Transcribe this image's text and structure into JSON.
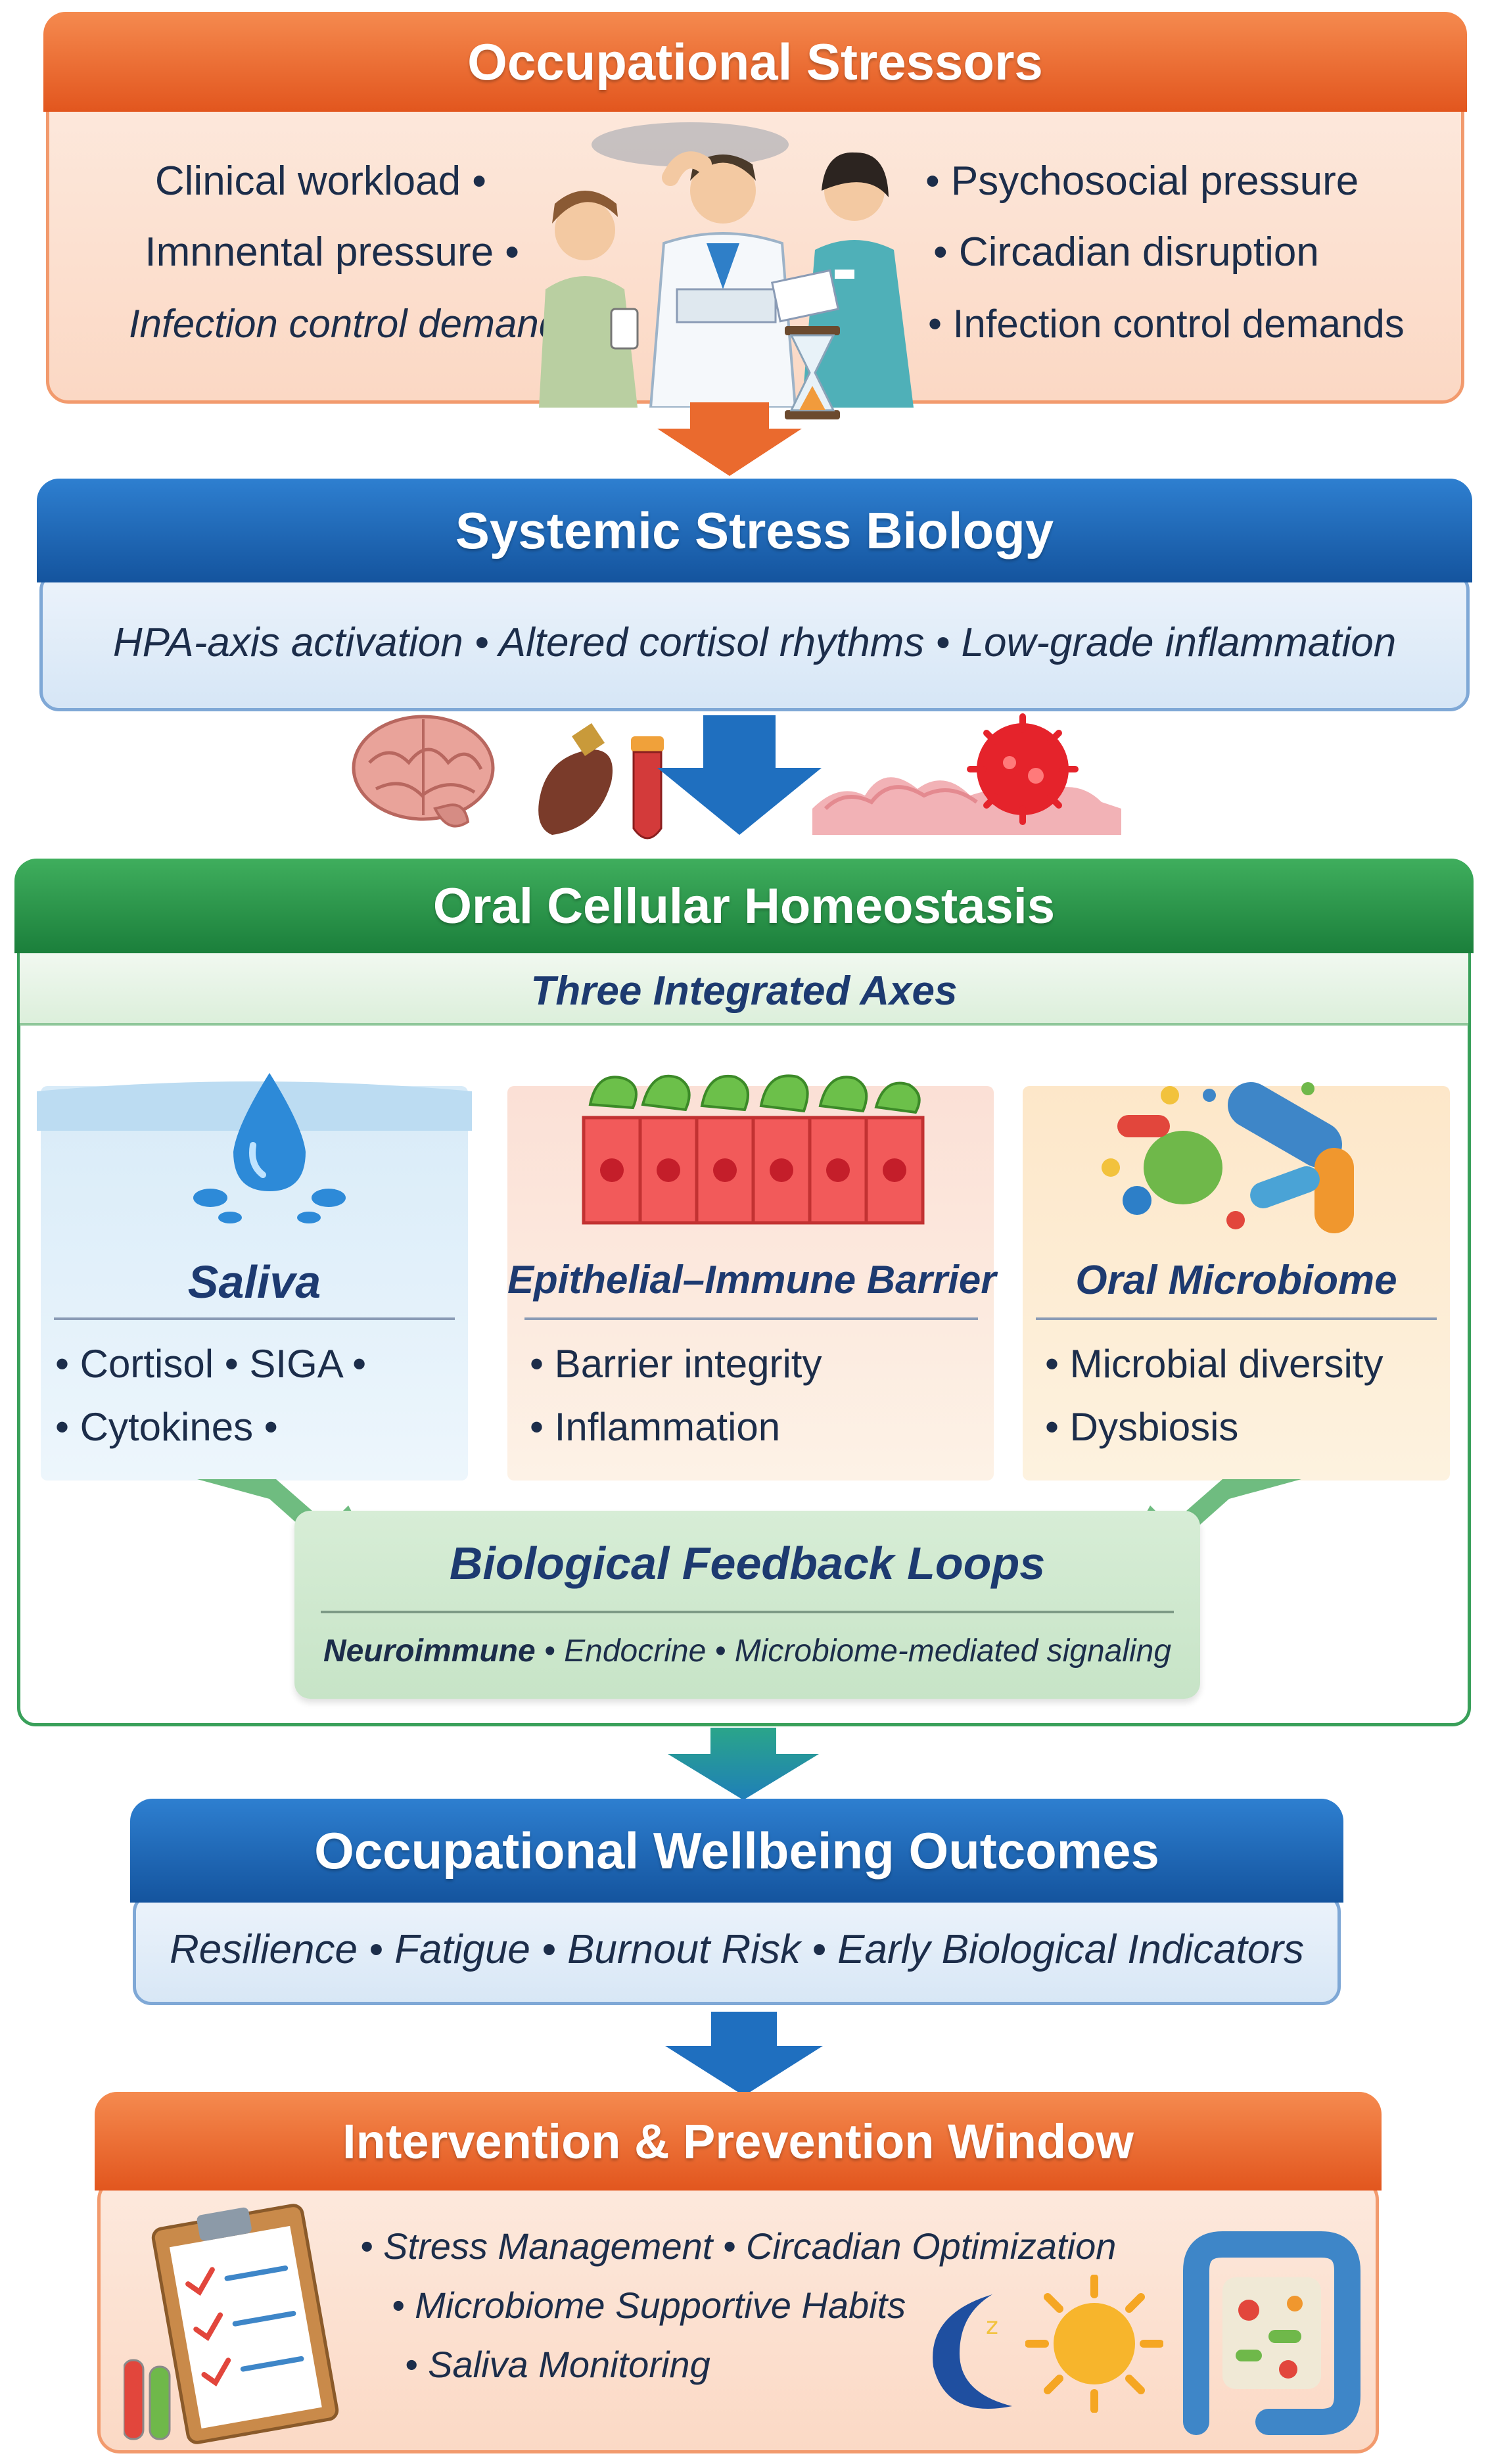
{
  "stressors": {
    "title": "Occupational Stressors",
    "left": [
      "Clinical workload •",
      "Imnnental pressure •",
      "Infection control demands"
    ],
    "right": [
      "• Psychosocial pressure",
      "• Circadian disruption",
      "• Infection control demands"
    ]
  },
  "systemic": {
    "title": "Systemic Stress Biology",
    "line": "HPA-axis activation • Altered cortisol rhythms • Low-grade inflammation"
  },
  "oral": {
    "title": "Oral Cellular Homeostasis",
    "subtitle": "Three Integrated Axes",
    "saliva": {
      "title": "Saliva",
      "line1": "• Cortisol • SIGA •",
      "line2": "• Cytokines •"
    },
    "barrier": {
      "title": "Epithelial–Immune Barrier",
      "line1": "• Barrier integrity",
      "line2": "• Inflammation"
    },
    "microbiome": {
      "title": "Oral Microbiome",
      "line1": "• Microbial diversity",
      "line2": "• Dysbiosis"
    },
    "feedback": {
      "title": "Biological Feedback Loops",
      "lead": "Neuroimmune",
      "rest": " • Endocrine • Microbiome-mediated signaling"
    }
  },
  "outcomes": {
    "title": "Occupational Wellbeing Outcomes",
    "line": "Resilience • Fatigue • Burnout Risk • Early Biological Indicators"
  },
  "intervention": {
    "title": "Intervention & Prevention Window",
    "line1": "• Stress Management • Circadian Optimization",
    "line2": "• Microbiome Supportive Habits",
    "line3": "• Saliva Monitoring"
  },
  "icons": [
    "clinicians-illustration-icon",
    "hourglass-icon",
    "brain-icon",
    "liver-icon",
    "test-tube-icon",
    "inflamed-tissue-icon",
    "water-drop-icon",
    "epithelial-cells-icon",
    "bacteria-icon",
    "clipboard-checklist-icon",
    "moon-icon",
    "sun-icon",
    "gut-icon"
  ],
  "colors": {
    "orange": "#e2561e",
    "blue": "#14549e",
    "green": "#1b7f3b",
    "navy": "#1c2d4a"
  }
}
